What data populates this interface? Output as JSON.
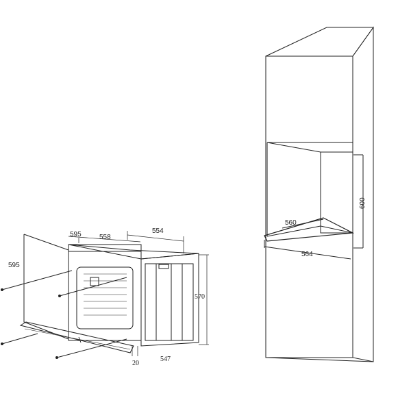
{
  "oven": {
    "dimensions": {
      "width_top": "595",
      "inner_width": "558",
      "depth_top": "554",
      "height": "595",
      "side_height": "570",
      "door_gap": "20",
      "depth_bottom": "547"
    }
  },
  "cabinet": {
    "dimensions": {
      "niche_depth": "560",
      "niche_height": "600",
      "niche_width": "564"
    }
  },
  "colors": {
    "line": "#222222",
    "background": "#ffffff"
  }
}
